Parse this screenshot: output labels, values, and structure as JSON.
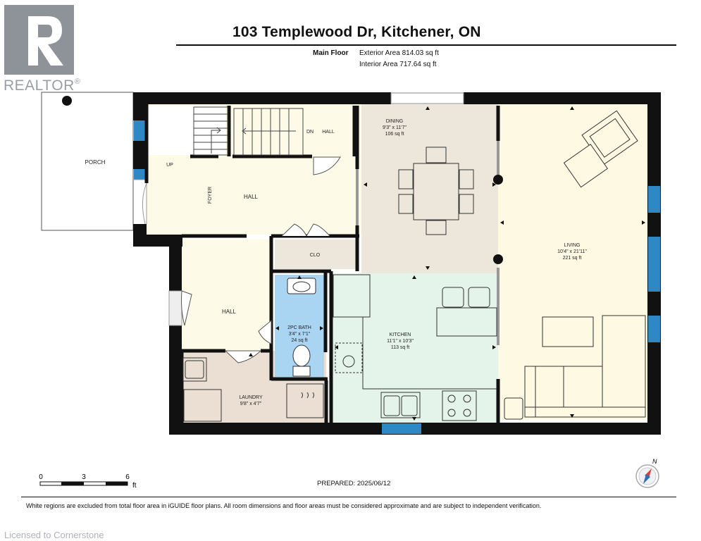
{
  "header": {
    "title": "103 Templewood Dr, Kitchener, ON",
    "floor": "Main Floor",
    "exterior_area": "Exterior Area 814.03 sq ft",
    "interior_area": "Interior Area 717.64 sq ft"
  },
  "branding": {
    "realtor_text": "REALTOR",
    "registered_mark": "®",
    "licensed_text": "Licensed to Cornerstone"
  },
  "rooms": {
    "porch": "PORCH",
    "up": "UP",
    "dn": "DN",
    "hall_top": "HALL",
    "foyer": "FOYER",
    "hall_main": "HALL",
    "dining": {
      "name": "DINING",
      "dims": "9'3\" x 11'7\"",
      "area": "106 sq ft"
    },
    "living": {
      "name": "LIVING",
      "dims": "10'4\" x 21'11\"",
      "area": "221 sq ft"
    },
    "clo": "CLO",
    "hall_lower": "HALL",
    "bath": {
      "name": "2PC BATH",
      "dims": "3'4\" x 7'1\"",
      "area": "24 sq ft"
    },
    "kitchen": {
      "name": "KITCHEN",
      "dims": "11'1\" x 10'3\"",
      "area": "113 sq ft"
    },
    "laundry": {
      "name": "LAUNDRY",
      "dims": "9'8\" x 4'7\""
    }
  },
  "scale": {
    "labels": [
      "0",
      "3",
      "6"
    ],
    "unit": "ft"
  },
  "compass": {
    "label": "N"
  },
  "footer": {
    "prepared": "PREPARED: 2025/06/12",
    "disclaimer": "White regions are excluded from total floor area in iGUIDE floor plans. All room dimensions and floor areas must be considered approximate and are subject to independent verification."
  },
  "colors": {
    "foyer_fill": "#fdfbe8",
    "dining_fill": "#ede6da",
    "living_fill": "#fdf9e2",
    "kitchen_fill": "#e4f4ea",
    "laundry_fill": "#eadfd2",
    "bath_fill": "#a9d4f2",
    "window": "#2e88c4",
    "wall": "#111111"
  }
}
